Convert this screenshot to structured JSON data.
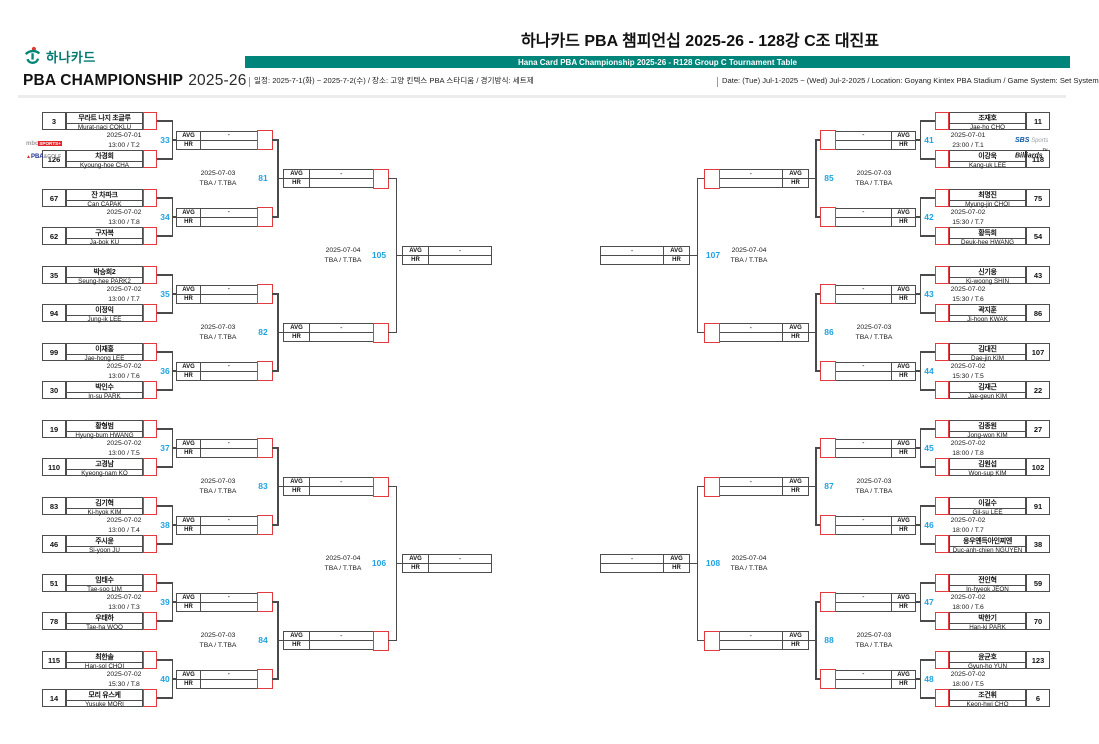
{
  "header": {
    "title": "하나카드 PBA 챔피언십 2025-26 - 128강 C조 대진표",
    "subtitle_bar": "Hana Card PBA Championship 2025-26 - R128 Group C Tournament Table",
    "info_kr": "일정: 2025-7-1(화) ~ 2025-7-2(수) / 장소: 고양 킨텍스 PBA 스타디움 / 경기방식: 세트제",
    "info_en": "Date: (Tue) Jul-1-2025 ~ (Wed) Jul-2-2025 / Location: Goyang Kintex PBA Stadium / Game System: Set System",
    "sponsor_name_kr": "하나카드",
    "event_logo_main": "PBA CHAMPIONSHIP",
    "event_logo_season": "2025-26"
  },
  "labels": {
    "avg": "AVG",
    "hr": "HR",
    "empty_value": "-"
  },
  "colors": {
    "accent_green": "#00857a",
    "match_number_blue": "#21a3e1",
    "score_box_red": "#e23b3f",
    "line_gray": "#4a4a4a"
  },
  "broadcasters": {
    "mbc": {
      "mark": "▲",
      "line1_a": "mbc",
      "line1_b": "SPORTS+",
      "line2_a": "PBA",
      "line2_b": "&GOLF"
    },
    "sbs": {
      "line1_a": "SBS",
      "line1_b": " Sports",
      "line2_a": "Billiards",
      "line2_b": "TV"
    }
  },
  "bracket": {
    "round1": [
      {
        "id": 33,
        "side": "left",
        "date": "2025-07-01",
        "time": "13:00 / T.2",
        "broadcaster": "mbc",
        "p1": {
          "seed": 3,
          "name_kr": "무라트 나지 초글루",
          "name_en": "Murat-naci COKLU"
        },
        "p2": {
          "seed": 126,
          "name_kr": "차경희",
          "name_en": "Kyoung-hoe CHA"
        }
      },
      {
        "id": 34,
        "side": "left",
        "date": "2025-07-02",
        "time": "13:00 / T.8",
        "p1": {
          "seed": 67,
          "name_kr": "잔 차파크",
          "name_en": "Can CAPAK"
        },
        "p2": {
          "seed": 62,
          "name_kr": "구자복",
          "name_en": "Ja-bok KU"
        }
      },
      {
        "id": 35,
        "side": "left",
        "date": "2025-07-02",
        "time": "13:00 / T.7",
        "p1": {
          "seed": 35,
          "name_kr": "박승희2",
          "name_en": "Seung-hee PARK2"
        },
        "p2": {
          "seed": 94,
          "name_kr": "이정익",
          "name_en": "Jung-ik LEE"
        }
      },
      {
        "id": 36,
        "side": "left",
        "date": "2025-07-02",
        "time": "13:00 / T.6",
        "p1": {
          "seed": 99,
          "name_kr": "이재홍",
          "name_en": "Jae-hong LEE"
        },
        "p2": {
          "seed": 30,
          "name_kr": "박인수",
          "name_en": "In-su PARK"
        }
      },
      {
        "id": 37,
        "side": "left",
        "date": "2025-07-02",
        "time": "13:00 / T.5",
        "p1": {
          "seed": 19,
          "name_kr": "황형범",
          "name_en": "Hyung-bum HWANG"
        },
        "p2": {
          "seed": 110,
          "name_kr": "고경남",
          "name_en": "Kyeong-nam KO"
        }
      },
      {
        "id": 38,
        "side": "left",
        "date": "2025-07-02",
        "time": "13:00 / T.4",
        "p1": {
          "seed": 83,
          "name_kr": "김기혁",
          "name_en": "Ki-hyok KIM"
        },
        "p2": {
          "seed": 46,
          "name_kr": "주시윤",
          "name_en": "Si-yoon JU"
        }
      },
      {
        "id": 39,
        "side": "left",
        "date": "2025-07-02",
        "time": "13:00 / T.3",
        "p1": {
          "seed": 51,
          "name_kr": "임태수",
          "name_en": "Tae-soo LIM"
        },
        "p2": {
          "seed": 78,
          "name_kr": "우태하",
          "name_en": "Tae-ha WOO"
        }
      },
      {
        "id": 40,
        "side": "left",
        "date": "2025-07-02",
        "time": "15:30 / T.8",
        "p1": {
          "seed": 115,
          "name_kr": "최한솔",
          "name_en": "Han-sol CHOI"
        },
        "p2": {
          "seed": 14,
          "name_kr": "모리 유스케",
          "name_en": "Yusuke MORI"
        }
      },
      {
        "id": 41,
        "side": "right",
        "date": "2025-07-01",
        "time": "23:00 / T.1",
        "broadcaster": "sbs",
        "p1": {
          "seed": 11,
          "name_kr": "조재호",
          "name_en": "Jae-ho CHO"
        },
        "p2": {
          "seed": 118,
          "name_kr": "이강욱",
          "name_en": "Kang-uk LEE"
        }
      },
      {
        "id": 42,
        "side": "right",
        "date": "2025-07-02",
        "time": "15:30 / T.7",
        "p1": {
          "seed": 75,
          "name_kr": "최명진",
          "name_en": "Myung-jin CHOI"
        },
        "p2": {
          "seed": 54,
          "name_kr": "황득희",
          "name_en": "Deuk-hee HWANG"
        }
      },
      {
        "id": 43,
        "side": "right",
        "date": "2025-07-02",
        "time": "15:30 / T.6",
        "p1": {
          "seed": 43,
          "name_kr": "신기웅",
          "name_en": "Ki-woong SHIN"
        },
        "p2": {
          "seed": 86,
          "name_kr": "곽지훈",
          "name_en": "Ji-hoon KWAK"
        }
      },
      {
        "id": 44,
        "side": "right",
        "date": "2025-07-02",
        "time": "15:30 / T.5",
        "p1": {
          "seed": 107,
          "name_kr": "김대진",
          "name_en": "Dae-jin KIM"
        },
        "p2": {
          "seed": 22,
          "name_kr": "김재근",
          "name_en": "Jae-geun KIM"
        }
      },
      {
        "id": 45,
        "side": "right",
        "date": "2025-07-02",
        "time": "18:00 / T.8",
        "p1": {
          "seed": 27,
          "name_kr": "김종원",
          "name_en": "Jong-won KIM"
        },
        "p2": {
          "seed": 102,
          "name_kr": "김원섭",
          "name_en": "Won-sup KIM"
        }
      },
      {
        "id": 46,
        "side": "right",
        "date": "2025-07-02",
        "time": "18:00 / T.7",
        "p1": {
          "seed": 91,
          "name_kr": "이길수",
          "name_en": "Gil-su LEE"
        },
        "p2": {
          "seed": 38,
          "name_kr": "응우옌득아인찌엔",
          "name_en": "Duc-anh-chien NGUYEN"
        }
      },
      {
        "id": 47,
        "side": "right",
        "date": "2025-07-02",
        "time": "18:00 / T.6",
        "p1": {
          "seed": 59,
          "name_kr": "전인혁",
          "name_en": "In-hyeok JEON"
        },
        "p2": {
          "seed": 70,
          "name_kr": "박한기",
          "name_en": "Han-ki PARK"
        }
      },
      {
        "id": 48,
        "side": "right",
        "date": "2025-07-02",
        "time": "18:00 / T.5",
        "p1": {
          "seed": 123,
          "name_kr": "윤균호",
          "name_en": "Gyun-ho YUN"
        },
        "p2": {
          "seed": 6,
          "name_kr": "조건휘",
          "name_en": "Keon-hwi CHO"
        }
      }
    ],
    "round2": [
      {
        "id": 81,
        "side": "left",
        "pair": 0,
        "date": "2025-07-03",
        "time": "TBA / T.TBA"
      },
      {
        "id": 82,
        "side": "left",
        "pair": 1,
        "date": "2025-07-03",
        "time": "TBA / T.TBA"
      },
      {
        "id": 83,
        "side": "left",
        "pair": 2,
        "date": "2025-07-03",
        "time": "TBA / T.TBA"
      },
      {
        "id": 84,
        "side": "left",
        "pair": 3,
        "date": "2025-07-03",
        "time": "TBA / T.TBA"
      },
      {
        "id": 85,
        "side": "right",
        "pair": 0,
        "date": "2025-07-03",
        "time": "TBA / T.TBA"
      },
      {
        "id": 86,
        "side": "right",
        "pair": 1,
        "date": "2025-07-03",
        "time": "TBA / T.TBA"
      },
      {
        "id": 87,
        "side": "right",
        "pair": 2,
        "date": "2025-07-03",
        "time": "TBA / T.TBA"
      },
      {
        "id": 88,
        "side": "right",
        "pair": 3,
        "date": "2025-07-03",
        "time": "TBA / T.TBA"
      }
    ],
    "round3": [
      {
        "id": 105,
        "side": "left",
        "group": 0,
        "date": "2025-07-04",
        "time": "TBA / T.TBA"
      },
      {
        "id": 106,
        "side": "left",
        "group": 1,
        "date": "2025-07-04",
        "time": "TBA / T.TBA"
      },
      {
        "id": 107,
        "side": "right",
        "group": 0,
        "date": "2025-07-04",
        "time": "TBA / T.TBA"
      },
      {
        "id": 108,
        "side": "right",
        "group": 1,
        "date": "2025-07-04",
        "time": "TBA / T.TBA"
      }
    ]
  }
}
